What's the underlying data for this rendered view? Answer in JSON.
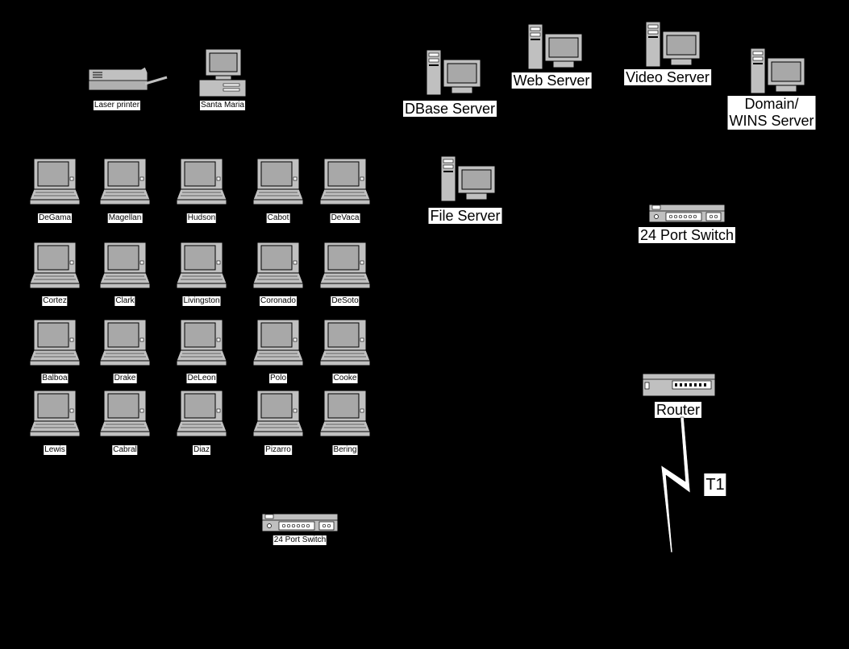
{
  "diagram": {
    "devices": {
      "laser_printer": "Laser printer",
      "santa_maria": "Santa Maria",
      "dbase_server": "DBase Server",
      "web_server": "Web Server",
      "video_server": "Video Server",
      "domain_wins_line1": "Domain/",
      "domain_wins_line2": "WINS Server",
      "file_server": "File Server",
      "switch_top": "24 Port Switch",
      "switch_bottom": "24 Port Switch",
      "router": "Router",
      "t1": "T1"
    },
    "laptops": [
      "DeGama",
      "Magellan",
      "Hudson",
      "Cabot",
      "DeVaca",
      "Cortez",
      "Clark",
      "Livingston",
      "Coronado",
      "DeSoto",
      "Balboa",
      "Drake",
      "DeLeon",
      "Polo",
      "Cooke",
      "Lewis",
      "Cabral",
      "Diaz",
      "Pizarro",
      "Bering"
    ],
    "colors": {
      "background": "#000000",
      "device_fill": "#c0c0c0",
      "screen_fill": "#a8a8a8",
      "label_bg": "#ffffff",
      "line": "#000000"
    }
  }
}
